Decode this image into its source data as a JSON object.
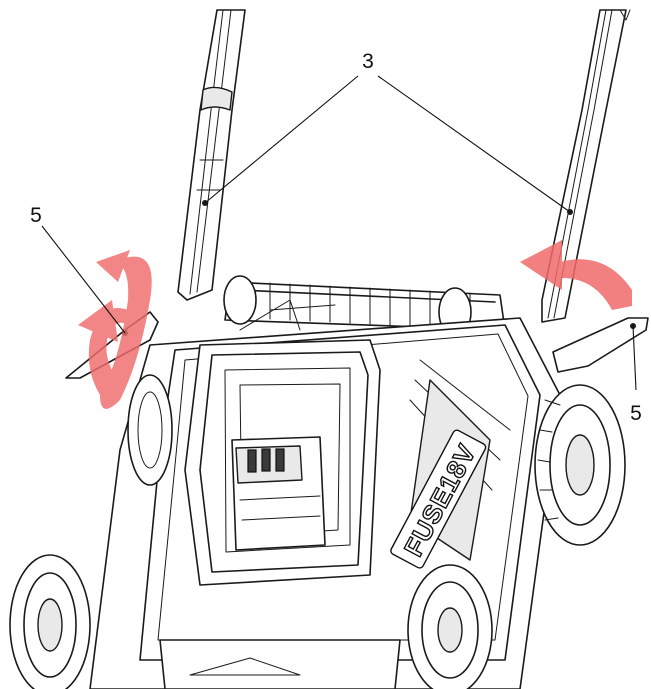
{
  "callouts": {
    "handle": "3",
    "knob_left": "5",
    "knob_right": "5"
  },
  "brand_text": "FUSE18V",
  "colors": {
    "arrow": "#f06b6b",
    "line": "#1a1a1a"
  }
}
